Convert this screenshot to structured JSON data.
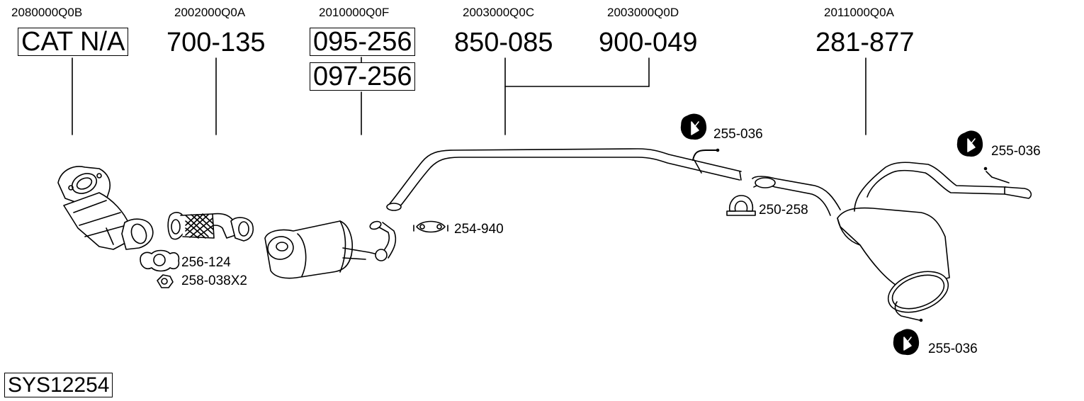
{
  "sections": [
    {
      "oe_code": "2080000Q0B",
      "part_number": "CAT N/A"
    },
    {
      "oe_code": "2002000Q0A",
      "part_number": "700-135"
    },
    {
      "oe_code": "2010000Q0F",
      "part_number": "095-256",
      "alt_part_number": "097-256"
    },
    {
      "oe_code": "2003000Q0C",
      "part_number": "850-085"
    },
    {
      "oe_code": "2003000Q0D",
      "part_number": "900-049"
    },
    {
      "oe_code": "2011000Q0A",
      "part_number": "281-877"
    }
  ],
  "accessories": {
    "gasket": "256-124",
    "nut": "258-038X2",
    "clamp_mid": "254-940",
    "clamp_rear": "250-258",
    "hanger_1": "255-036",
    "hanger_2": "255-036",
    "hanger_3": "255-036"
  },
  "system_id": "SYS12254"
}
